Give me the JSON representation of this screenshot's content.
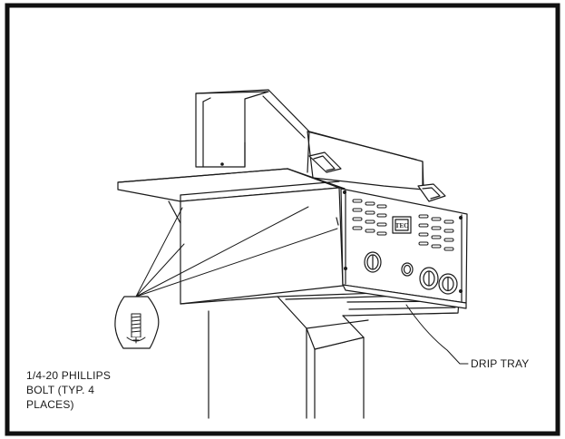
{
  "labels": {
    "drip_tray": "DRIP TRAY",
    "bolt_line1": "1/4-20 PHILLIPS",
    "bolt_line2": "BOLT (TYP. 4",
    "bolt_line3": "PLACES)"
  },
  "panel": {
    "logo_text": "TEC"
  }
}
